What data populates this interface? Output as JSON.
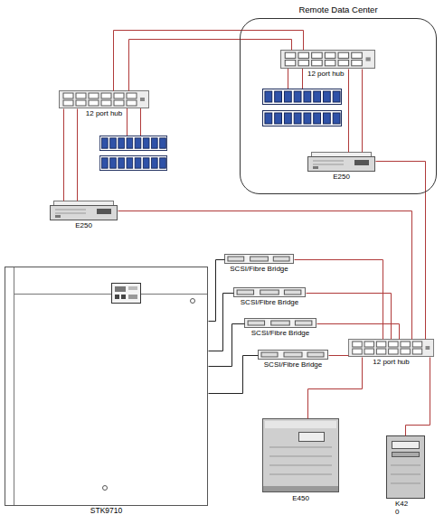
{
  "diagram": {
    "nodes": [
      {
        "text": [
          "Remote Data Center"
        ]
      },
      {
        "text": [
          "12 port hub"
        ],
        "in": 0
      },
      {
        "text": [
          "E250"
        ],
        "in": 0
      },
      {
        "text": [
          "12 port hub"
        ]
      },
      {
        "text": [
          "E250"
        ]
      },
      {
        "text": [
          "STK9710"
        ]
      },
      {
        "text": [
          "SCSI/Fibre Bridge"
        ]
      },
      {
        "text": [
          "SCSI/Fibre Bridge"
        ]
      },
      {
        "text": [
          "SCSI/Fibre Bridge"
        ]
      },
      {
        "text": [
          "SCSI/Fibre Bridge"
        ]
      },
      {
        "text": [
          "12 port hub"
        ]
      },
      {
        "text": [
          "E450"
        ]
      },
      {
        "text": [
          "K420"
        ]
      }
    ],
    "edges": [
      {
        "from": 3,
        "to": 1,
        "arrow": "none"
      },
      {
        "from": 3,
        "to": 1,
        "arrow": "none"
      },
      {
        "from": 3,
        "to": 4,
        "arrow": "none"
      },
      {
        "from": 3,
        "to": 4,
        "arrow": "none"
      },
      {
        "from": 1,
        "to": 2,
        "arrow": "none"
      },
      {
        "from": 1,
        "to": 2,
        "arrow": "none"
      },
      {
        "from": 4,
        "to": 10,
        "arrow": "none"
      },
      {
        "from": 2,
        "to": 10,
        "arrow": "none"
      },
      {
        "from": 5,
        "to": 6,
        "arrow": "none"
      },
      {
        "from": 5,
        "to": 7,
        "arrow": "none"
      },
      {
        "from": 5,
        "to": 8,
        "arrow": "none"
      },
      {
        "from": 5,
        "to": 9,
        "arrow": "none"
      },
      {
        "from": 6,
        "to": 10,
        "arrow": "none"
      },
      {
        "from": 7,
        "to": 10,
        "arrow": "none"
      },
      {
        "from": 8,
        "to": 10,
        "arrow": "none"
      },
      {
        "from": 9,
        "to": 10,
        "arrow": "none"
      },
      {
        "from": 10,
        "to": 11,
        "arrow": "none"
      },
      {
        "from": 10,
        "to": 12,
        "arrow": "none"
      }
    ]
  }
}
